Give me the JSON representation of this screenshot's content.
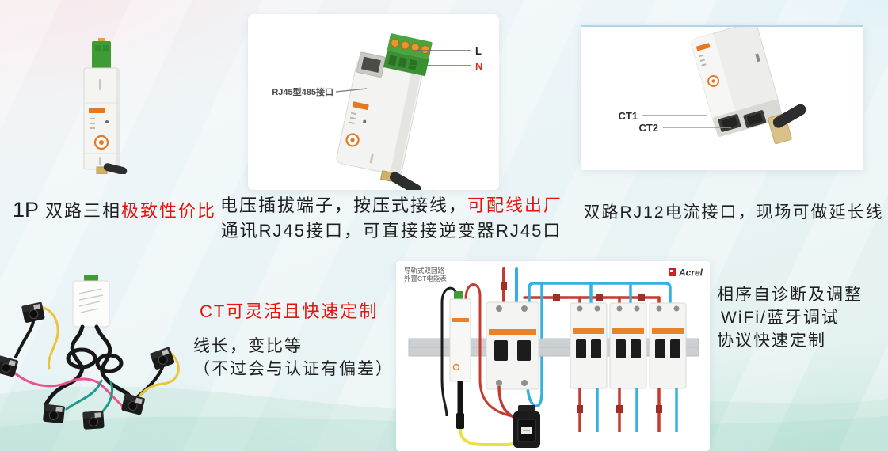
{
  "colors": {
    "red_text": "#e8120c",
    "black_text": "#1f1f1f",
    "terminal_green": "#3f9c35",
    "accent_orange": "#e87722",
    "brand_red": "#cb2127",
    "wire_red": "#c43c31",
    "wire_blue": "#35b1e0",
    "wire_yellow": "#e8e23c",
    "wire_pink": "#e8538f",
    "wire_teal": "#23998a",
    "card_top_border": "#a9d9e9"
  },
  "top_left": {
    "prefix": "1P",
    "black": "双路三相",
    "red": "极致性价比"
  },
  "card_voltage": {
    "rj45_label": "RJ45型485接口",
    "line_l": "L",
    "line_n": "N"
  },
  "caption_voltage": {
    "line1_black": "电压插拔端子，按压式接线，",
    "line1_red": "可配线出厂",
    "line2": "通讯RJ45接口，可直接接逆变器RJ45口"
  },
  "card_ct": {
    "ct1": "CT1",
    "ct2": "CT2"
  },
  "caption_ct": {
    "text": "双路RJ12电流接口，现场可做延长线"
  },
  "caption_custom": {
    "red": "CT可灵活且快速定制",
    "line1": "线长，变比等",
    "line2": "（不过会与认证有偏差）"
  },
  "wiring_card": {
    "title_line1": "导轨式双回路",
    "title_line2": "外置CT电能表",
    "brand": "Acrel"
  },
  "caption_features": {
    "line1": "相序自诊断及调整",
    "line2": "WiFi/蓝牙调试",
    "line3": "协议快速定制"
  }
}
